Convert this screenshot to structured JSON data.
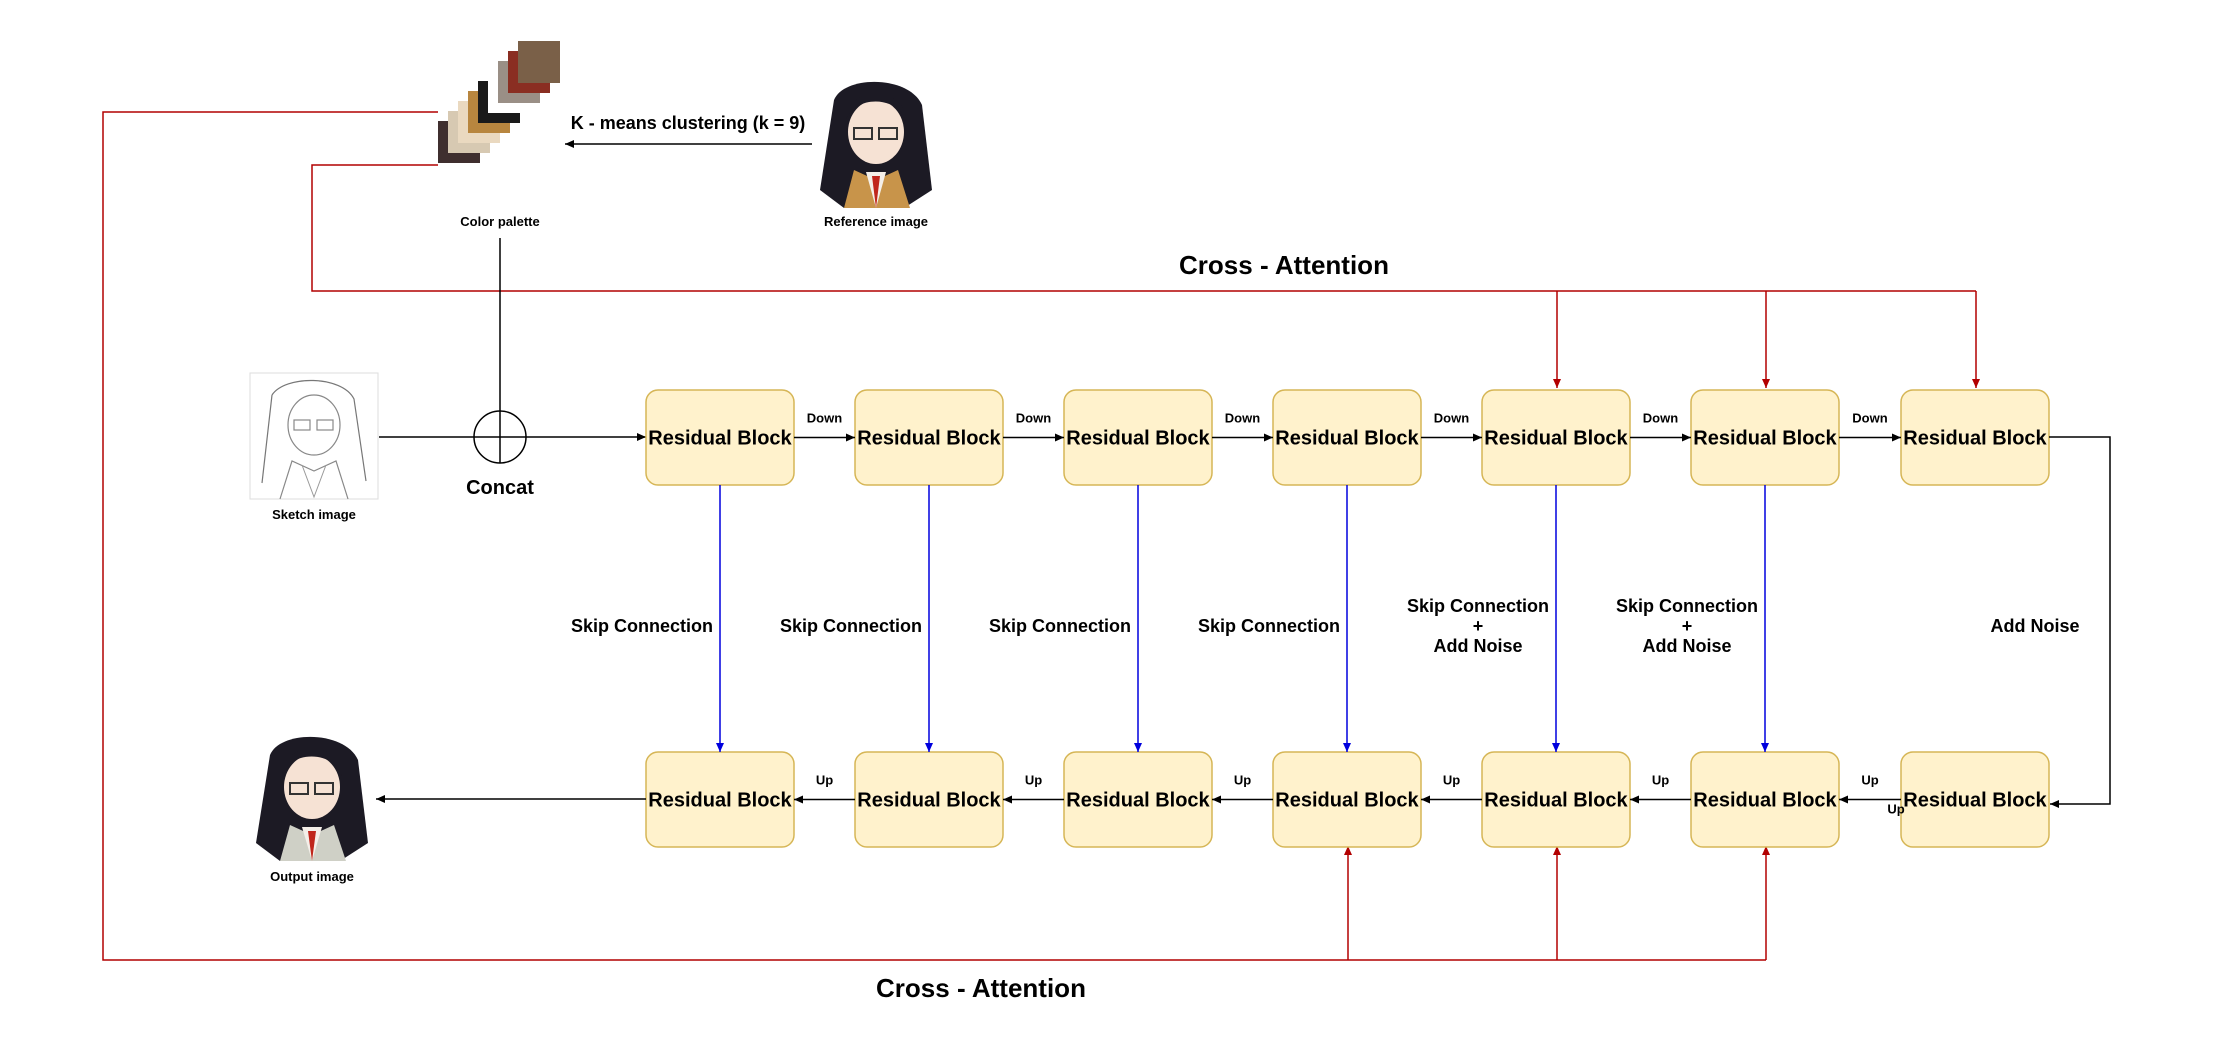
{
  "diagram": {
    "cross_attention_top": "Cross - Attention",
    "cross_attention_bottom": "Cross - Attention",
    "kmeans_label": "K - means clustering (k = 9)",
    "color_palette_caption": "Color palette",
    "reference_caption": "Reference image",
    "sketch_caption": "Sketch image",
    "output_caption": "Output image",
    "concat_label": "Concat",
    "block_label": "Residual Block",
    "down_label": "Down",
    "up_label": "Up",
    "skip_label": "Skip Connection",
    "skip_noise_lines": [
      "Skip Connection",
      "+",
      "Add Noise"
    ],
    "add_noise_label": "Add Noise",
    "encoder_blocks": [
      "Residual Block",
      "Residual Block",
      "Residual Block",
      "Residual Block",
      "Residual Block",
      "Residual Block",
      "Residual Block"
    ],
    "decoder_blocks": [
      "Residual Block",
      "Residual Block",
      "Residual Block",
      "Residual Block",
      "Residual Block",
      "Residual Block",
      "Residual Block"
    ],
    "down_labels": [
      "Down",
      "Down",
      "Down",
      "Down",
      "Down",
      "Down"
    ],
    "up_labels": [
      "Up",
      "Up",
      "Up",
      "Up",
      "Up",
      "Up"
    ],
    "skip_labels": [
      "Skip Connection",
      "Skip Connection",
      "Skip Connection",
      "Skip Connection"
    ],
    "palette_colors": [
      "#3f2f2f",
      "#d7c9b2",
      "#ead9c0",
      "#b8863f",
      "#1a1a1a",
      "#ffffff",
      "#9a8f86",
      "#8a2e22",
      "#7a6048"
    ],
    "block_fill": "#fff2cc",
    "block_border": "#d6b656",
    "cross_attention_color": "#b20000",
    "skip_color": "#0000dd"
  }
}
